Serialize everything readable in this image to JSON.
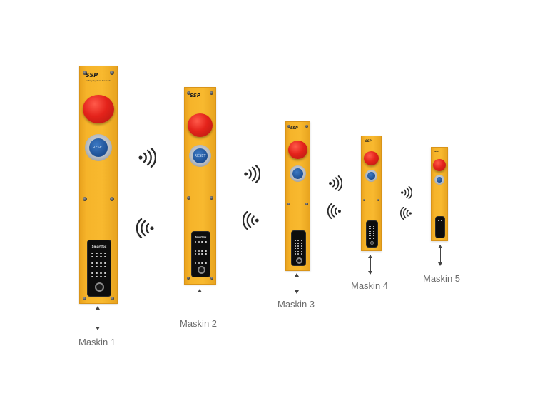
{
  "machines": [
    {
      "label": "Maskin 1",
      "blue_button_text": "RESET",
      "display_brand": "Smartfox"
    },
    {
      "label": "Maskin 2",
      "blue_button_text": "RESET",
      "display_brand": "Smartfox"
    },
    {
      "label": "Maskin 3"
    },
    {
      "label": "Maskin 4"
    },
    {
      "label": "Maskin 5"
    }
  ],
  "logo": {
    "text": "SSP",
    "subtext": "Safety System Products"
  },
  "colors": {
    "panel": "#f6b42a",
    "estop": "#e4231b",
    "button": "#1d4f93",
    "signal": "#2a2a2a",
    "label": "#6b6b6b"
  },
  "icons": [
    "wireless-signal-right-icon",
    "wireless-signal-left-icon",
    "double-arrow-icon",
    "up-arrow-icon"
  ]
}
